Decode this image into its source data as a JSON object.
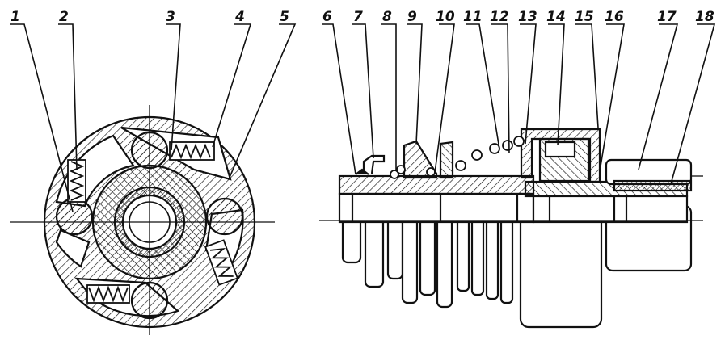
{
  "labels": [
    "1",
    "2",
    "3",
    "4",
    "5",
    "6",
    "7",
    "8",
    "9",
    "10",
    "11",
    "12",
    "13",
    "14",
    "15",
    "16",
    "17",
    "18"
  ],
  "colors": {
    "ink": "#111111",
    "paper": "#ffffff"
  }
}
